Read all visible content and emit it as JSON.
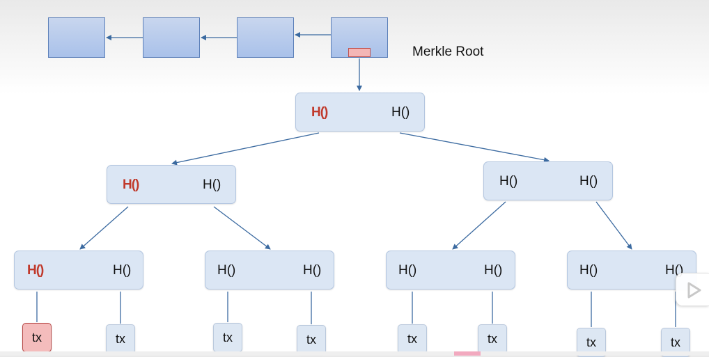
{
  "chain": {
    "block_count": 4,
    "merkle_root_label": "Merkle Root"
  },
  "tree": {
    "root": {
      "left": "H()",
      "right": "H()",
      "left_highlight": true
    },
    "level1": [
      {
        "left": "H()",
        "right": "H()",
        "left_highlight": true
      },
      {
        "left": "H()",
        "right": "H()",
        "left_highlight": false
      }
    ],
    "level2": [
      {
        "left": "H()",
        "right": "H()",
        "left_highlight": true
      },
      {
        "left": "H()",
        "right": "H()",
        "left_highlight": false
      },
      {
        "left": "H()",
        "right": "H()",
        "left_highlight": false
      },
      {
        "left": "H()",
        "right": "H()",
        "left_highlight": false
      }
    ],
    "transactions": [
      {
        "label": "tx",
        "highlight": true
      },
      {
        "label": "tx",
        "highlight": false
      },
      {
        "label": "tx",
        "highlight": false
      },
      {
        "label": "tx",
        "highlight": false
      },
      {
        "label": "tx",
        "highlight": false
      },
      {
        "label": "tx",
        "highlight": false
      },
      {
        "label": "tx",
        "highlight": false
      },
      {
        "label": "tx",
        "highlight": false
      }
    ]
  },
  "colors": {
    "block_fill": "#a9c1ea",
    "node_fill": "#dbe6f4",
    "highlight_text": "#c0392b",
    "highlight_fill": "#f4b6b6",
    "arrow": "#3b6aa0"
  },
  "player": {
    "icon": "play-icon"
  }
}
